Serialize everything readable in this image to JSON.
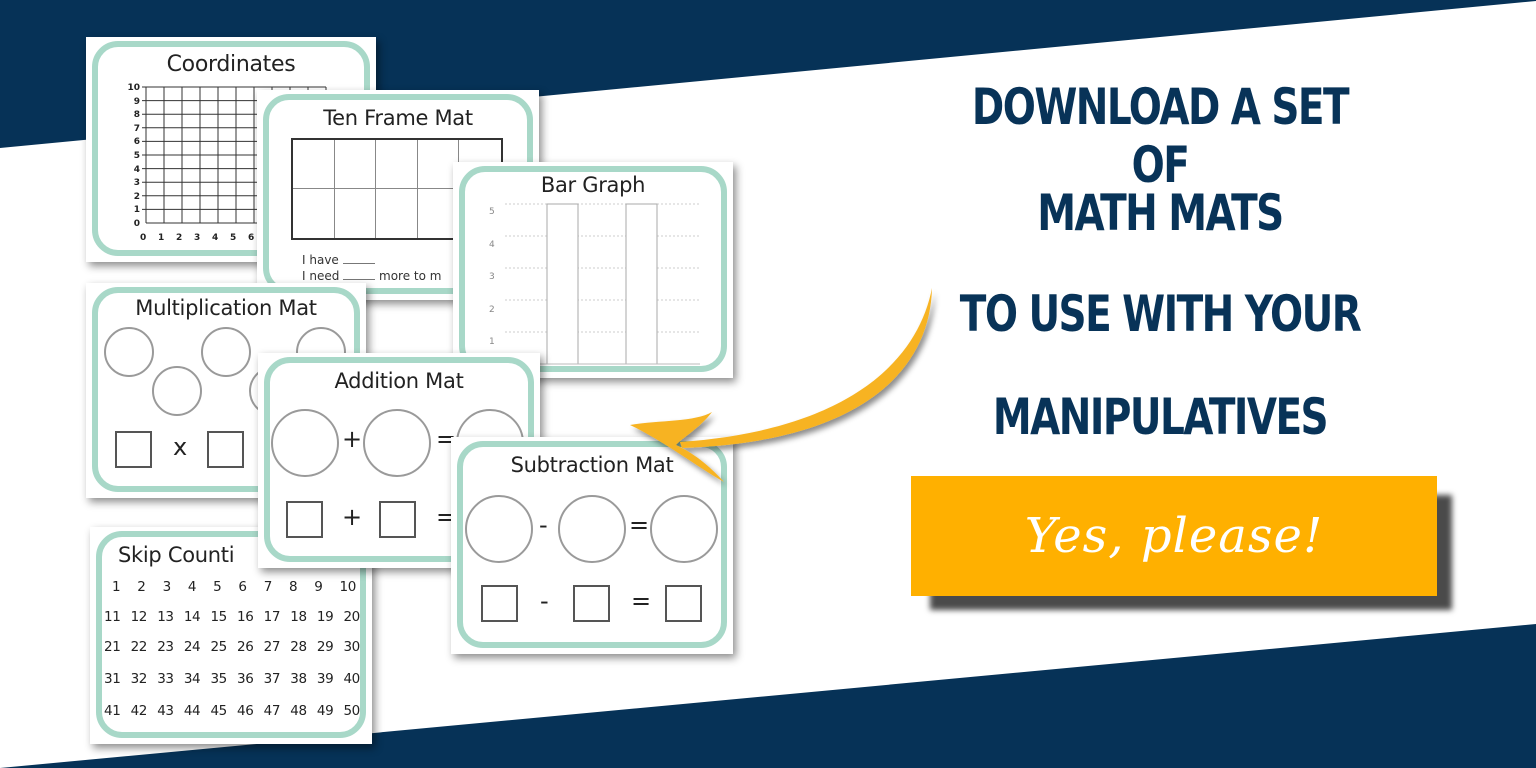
{
  "colors": {
    "navy": "#063257",
    "headline": "#083358",
    "mat_border": "#a8d8c8",
    "cta_bg": "#ffb000",
    "cta_shadow": "#4a4a4a",
    "arrow": "#f7b324"
  },
  "headline": {
    "line1": "Download a set of",
    "line2": "Math Mats",
    "line3": "to use with your",
    "line4": "Manipulatives"
  },
  "cta": {
    "label": "Yes, please!"
  },
  "mats": {
    "coordinates": {
      "title": "Coordinates",
      "y_ticks": [
        "10",
        "9",
        "8",
        "7",
        "6",
        "5",
        "4",
        "3",
        "2",
        "1",
        "0"
      ],
      "x_ticks": [
        "0",
        "1",
        "2",
        "3",
        "4",
        "5",
        "6"
      ]
    },
    "ten_frame": {
      "title": "Ten Frame Mat",
      "line1": "I have",
      "line2_start": "I need",
      "line2_end": "more to m"
    },
    "bar_graph": {
      "title": "Bar Graph",
      "y_ticks": [
        "5",
        "4",
        "3",
        "2",
        "1"
      ]
    },
    "multiplication": {
      "title": "Multiplication Mat",
      "operator": "x"
    },
    "addition": {
      "title": "Addition Mat",
      "operator": "+",
      "equals": "="
    },
    "subtraction": {
      "title": "Subtraction Mat",
      "operator": "-",
      "equals": "="
    },
    "skip_counting": {
      "title": "Skip Counti",
      "rows": [
        [
          "1",
          "2",
          "3",
          "4",
          "5",
          "6",
          "7",
          "8",
          "9",
          "10"
        ],
        [
          "11",
          "12",
          "13",
          "14",
          "15",
          "16",
          "17",
          "18",
          "19",
          "20"
        ],
        [
          "21",
          "22",
          "23",
          "24",
          "25",
          "26",
          "27",
          "28",
          "29",
          "30"
        ],
        [
          "31",
          "32",
          "33",
          "34",
          "35",
          "36",
          "37",
          "38",
          "39",
          "40"
        ],
        [
          "41",
          "42",
          "43",
          "44",
          "45",
          "46",
          "47",
          "48",
          "49",
          "50"
        ]
      ]
    }
  }
}
